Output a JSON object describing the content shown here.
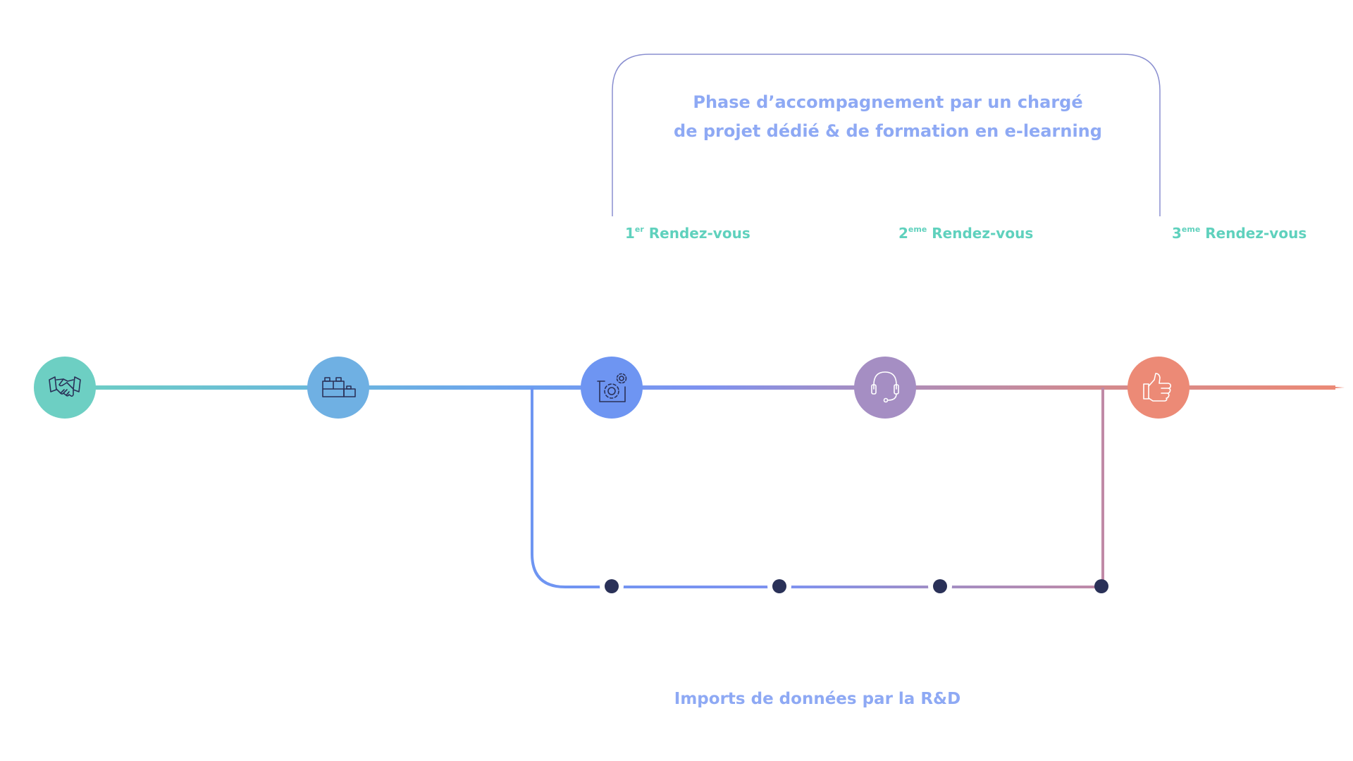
{
  "phase": {
    "title_line1": "Phase d’accompagnement par un chargé",
    "title_line2": "de projet dédié & de formation en e-learning"
  },
  "rendezvous": [
    {
      "number": "1",
      "suffix": "er",
      "label": "Rendez-vous"
    },
    {
      "number": "2",
      "suffix": "eme",
      "label": "Rendez-vous"
    },
    {
      "number": "3",
      "suffix": "eme",
      "label": "Rendez-vous"
    }
  ],
  "imports_label": "Imports de données par la R&D",
  "steps": [
    {
      "icon": "handshake-icon",
      "color": "#6dcfc3"
    },
    {
      "icon": "building-blocks-icon",
      "color": "#6fb0e3"
    },
    {
      "icon": "settings-gear-icon",
      "color": "#6e95f2"
    },
    {
      "icon": "headset-icon",
      "color": "#a58ec3"
    },
    {
      "icon": "thumbs-up-icon",
      "color": "#ec8a76"
    }
  ],
  "colors": {
    "teal": "#6dcfc3",
    "blue": "#6e95f2",
    "purple": "#a58ec3",
    "coral": "#ec8a76",
    "bracket": "#8a8fd0",
    "dot": "#2a3158",
    "text_blue": "#8ea9f4",
    "text_teal": "#5fd1bd"
  }
}
